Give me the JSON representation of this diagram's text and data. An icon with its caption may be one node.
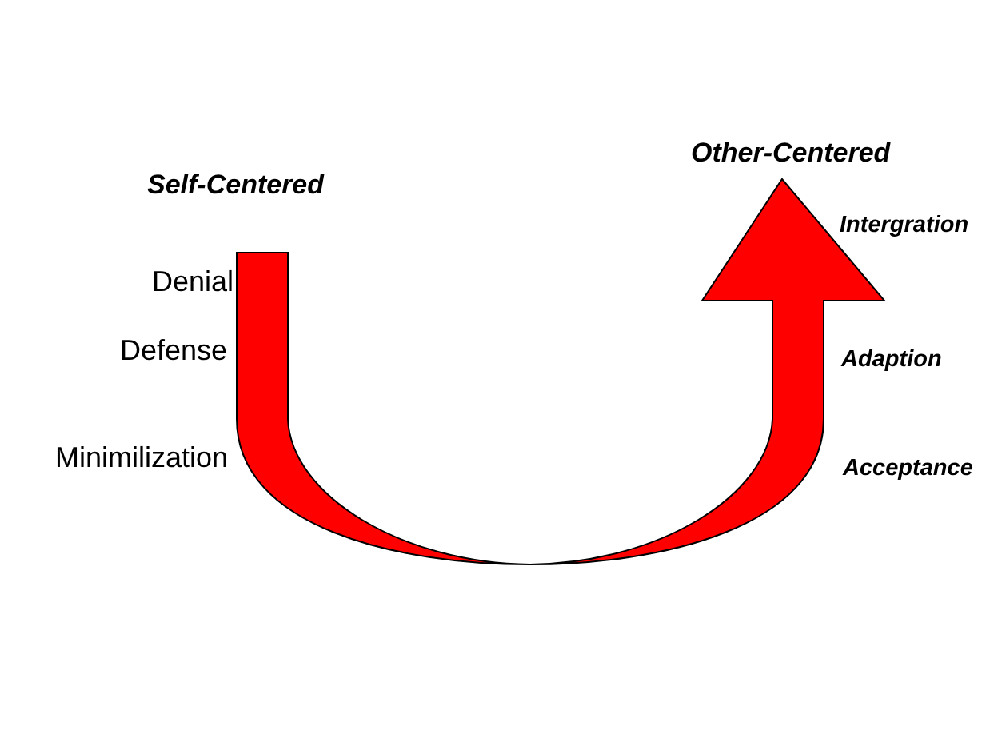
{
  "diagram": {
    "labels": [
      "Self-Centered",
      "Denial",
      "Defense",
      "Minimilization",
      "Other-Centered",
      "Intergration",
      "Adaption",
      "Acceptance"
    ]
  }
}
